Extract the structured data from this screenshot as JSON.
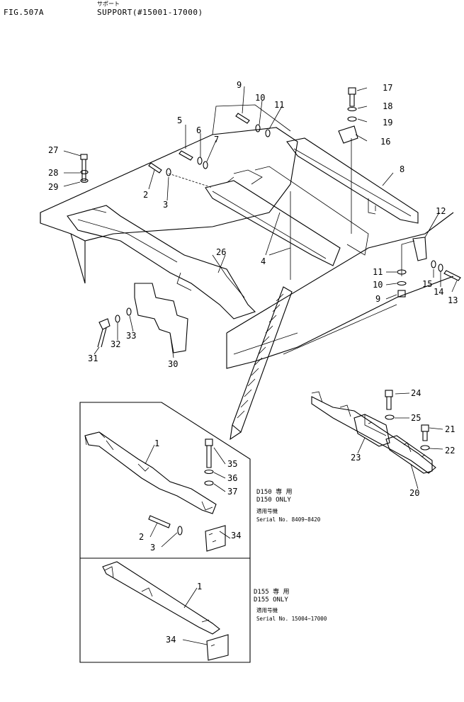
{
  "header": {
    "fig": "FIG.507A",
    "title_jp": "サポート",
    "title": "SUPPORT(#15001-17000)"
  },
  "callouts": [
    "1",
    "2",
    "3",
    "4",
    "5",
    "6",
    "7",
    "8",
    "9",
    "10",
    "11",
    "12",
    "13",
    "14",
    "15",
    "16",
    "17",
    "18",
    "19",
    "20",
    "21",
    "22",
    "23",
    "24",
    "25",
    "26",
    "27",
    "28",
    "29",
    "30",
    "31",
    "32",
    "33",
    "34",
    "35",
    "36",
    "37"
  ],
  "notes": {
    "d150_jp": "D150 専 用",
    "d150": "D150 ONLY",
    "d150_serial_jp": "適用号機",
    "d150_serial": "Serial No. 8409~8420",
    "d155_jp": "D155 専 用",
    "d155": "D155 ONLY",
    "d155_serial_jp": "適用号機",
    "d155_serial": "Serial No. 15004~17000"
  }
}
